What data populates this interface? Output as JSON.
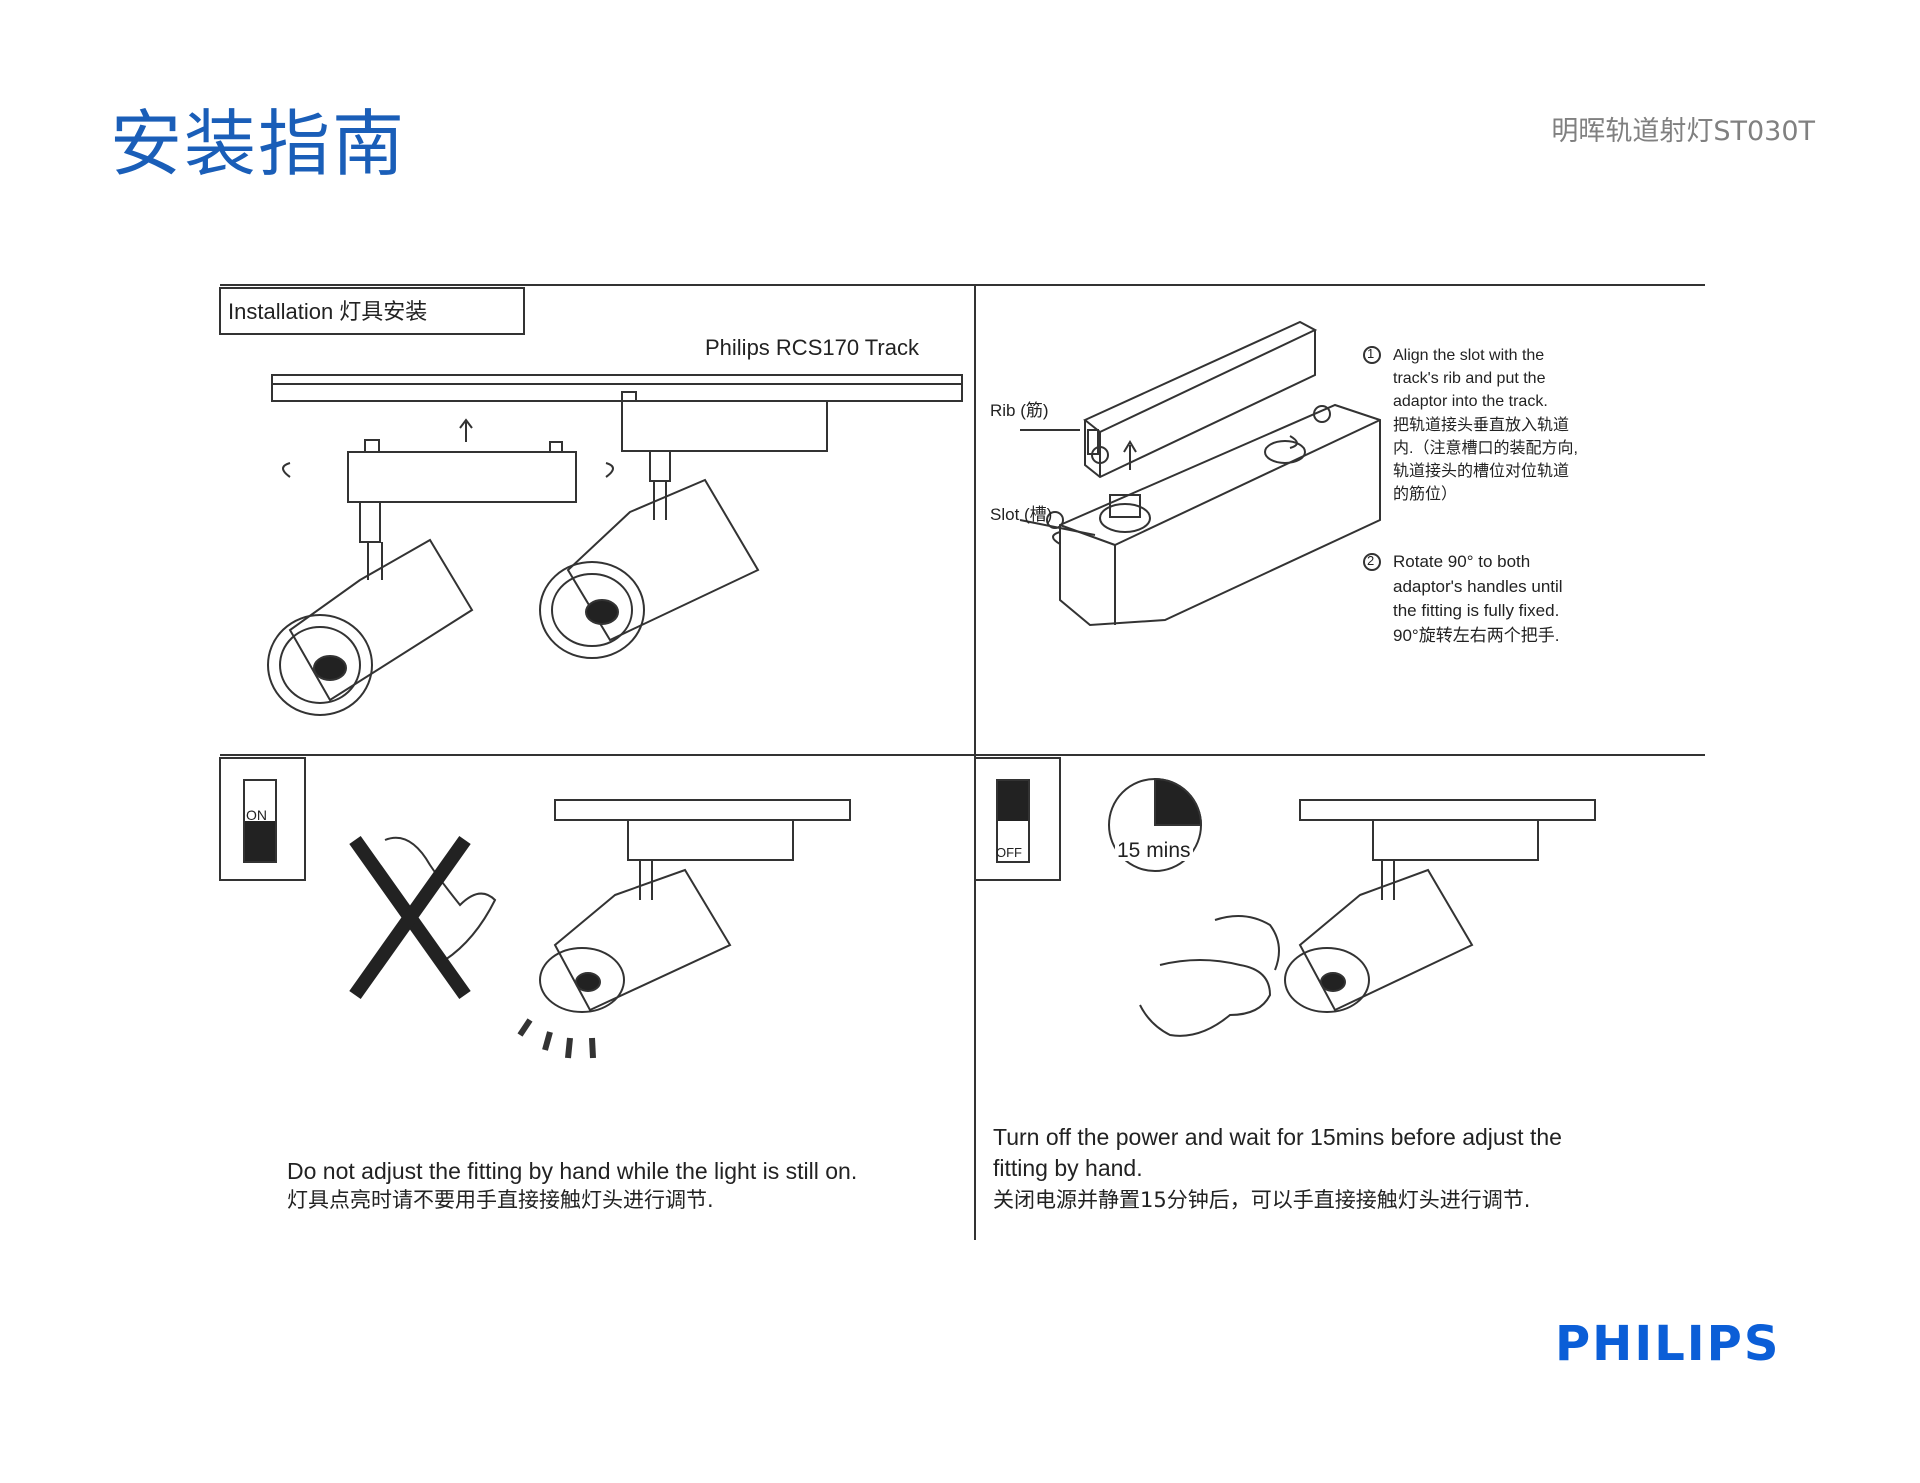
{
  "header": {
    "title": "安装指南",
    "product": "明晖轨道射灯ST030T"
  },
  "figure": {
    "section_label": "Installation 灯具安装",
    "track_label": "Philips RCS170 Track",
    "rib_label": "Rib (筋)",
    "slot_label": "Slot (槽)",
    "step1_number": "1",
    "step2_number": "2",
    "step1_text": "Align the slot with the\ntrack's rib and put the\nadaptor into the track.\n把轨道接头垂直放入轨道\n内.（注意槽口的装配方向,\n轨道接头的槽位对位轨道\n的筋位）",
    "step2_text": "Rotate 90° to both\nadaptor's handles until\nthe fitting is fully fixed.\n90°旋转左右两个把手.",
    "switch_on_label": "ON",
    "switch_off_label": "OFF",
    "timer_label": "15 mins",
    "warning_caption_en": "Do not adjust the fitting by hand while the light is still on.",
    "warning_caption_cn": "灯具点亮时请不要用手直接接触灯头进行调节.",
    "safe_caption_en": "Turn off the power and wait for 15mins before adjust the\nfitting by hand.",
    "safe_caption_cn": "关闭电源并静置15分钟后，可以手直接接触灯头进行调节."
  },
  "footer": {
    "brand": "PHILIPS"
  },
  "colors": {
    "title_blue": "#1a5eb8",
    "brand_blue": "#0b5ed7",
    "line": "#333333"
  }
}
